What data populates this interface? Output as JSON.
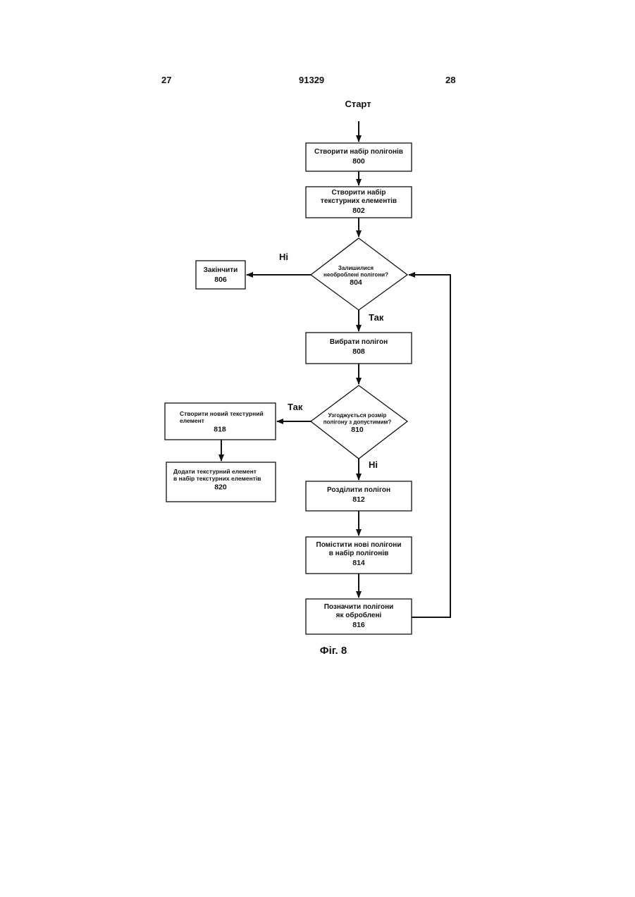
{
  "header": {
    "page_left": "27",
    "patent_number": "91329",
    "page_right": "28"
  },
  "flowchart": {
    "start": "Старт",
    "steps": {
      "s800": {
        "lines": [
          "Створити  набір полігонів"
        ],
        "num": "800"
      },
      "s802": {
        "lines": [
          "Створити набір",
          "текстурних елементів"
        ],
        "num": "802"
      },
      "s804": {
        "lines": [
          "Залишилися",
          "необроблені полігони?"
        ],
        "num": "804"
      },
      "s806": {
        "lines": [
          "Закінчити"
        ],
        "num": "806"
      },
      "s808": {
        "lines": [
          "Вибрати полігон"
        ],
        "num": "808"
      },
      "s810": {
        "lines": [
          "Узгоджується розмір",
          "полігону з допустимим?"
        ],
        "num": "810"
      },
      "s812": {
        "lines": [
          "Розділити полігон"
        ],
        "num": "812"
      },
      "s814": {
        "lines": [
          "Помістити нові полігони",
          "в набір полігонів"
        ],
        "num": "814"
      },
      "s816": {
        "lines": [
          "Позначити полігони",
          "як оброблені"
        ],
        "num": "816"
      },
      "s818": {
        "lines": [
          "Створити новий текстурний",
          "елемент"
        ],
        "num": "818"
      },
      "s820": {
        "lines": [
          "Додати текстурний елемент",
          "в набір текстурних елементів"
        ],
        "num": "820"
      }
    },
    "branch_labels": {
      "no_804": "Ні",
      "yes_804": "Так",
      "yes_810": "Так",
      "no_810": "Ні"
    },
    "caption": "Фіг. 8"
  }
}
